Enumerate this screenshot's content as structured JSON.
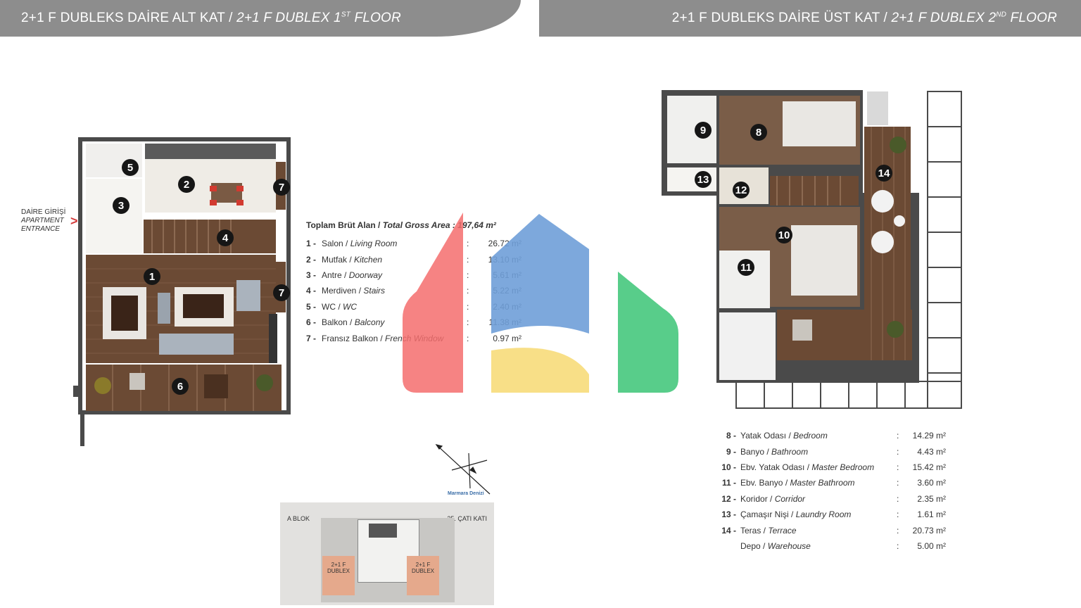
{
  "header": {
    "left_title": "2+1 F DUBLEKS DAİRE ALT KAT /",
    "left_title_en": "2+1 F DUBLEX 1",
    "left_sup": "ST",
    "left_floor": "FLOOR",
    "right_title": "2+1 F DUBLEKS DAİRE ÜST KAT /",
    "right_title_en": "2+1 F DUBLEX 2",
    "right_sup": "ND",
    "right_floor": "FLOOR"
  },
  "entrance": {
    "line1": "DAİRE GİRİŞİ",
    "line2": "APARTMENT",
    "line3": "ENTRANCE"
  },
  "lower_floor": {
    "markers": [
      "1",
      "2",
      "3",
      "4",
      "5",
      "6",
      "7",
      "7"
    ],
    "total_label_tr": "Toplam Brüt Alan /",
    "total_label_en": "Total Gross Area :",
    "total_value": "197,64 m²",
    "rooms": [
      {
        "n": "1 -",
        "tr": "Salon /",
        "en": "Living Room",
        "val": "26.72 m²"
      },
      {
        "n": "2 -",
        "tr": "Mutfak /",
        "en": "Kitchen",
        "val": "13.10 m²"
      },
      {
        "n": "3 -",
        "tr": "Antre /",
        "en": "Doorway",
        "val": "5.61 m²"
      },
      {
        "n": "4 -",
        "tr": "Merdiven /",
        "en": "Stairs",
        "val": "5.22 m²"
      },
      {
        "n": "5 -",
        "tr": "WC /",
        "en": "WC",
        "val": "2.40 m²"
      },
      {
        "n": "6 -",
        "tr": "Balkon /",
        "en": "Balcony",
        "val": "11.38 m²"
      },
      {
        "n": "7 -",
        "tr": "Fransız Balkon /",
        "en": "French Window",
        "val": "0.97 m²"
      }
    ]
  },
  "upper_floor": {
    "markers": [
      "8",
      "9",
      "10",
      "11",
      "12",
      "13",
      "14"
    ],
    "rooms": [
      {
        "n": "8 -",
        "tr": "Yatak Odası /",
        "en": "Bedroom",
        "val": "14.29 m²"
      },
      {
        "n": "9 -",
        "tr": "Banyo /",
        "en": "Bathroom",
        "val": "4.43 m²"
      },
      {
        "n": "10 -",
        "tr": "Ebv. Yatak Odası /",
        "en": "Master Bedroom",
        "val": "15.42 m²"
      },
      {
        "n": "11 -",
        "tr": "Ebv. Banyo /",
        "en": "Master Bathroom",
        "val": "3.60 m²"
      },
      {
        "n": "12 -",
        "tr": "Koridor /",
        "en": "Corridor",
        "val": "2.35 m²"
      },
      {
        "n": "13 -",
        "tr": "Çamaşır Nişi /",
        "en": "Laundry Room",
        "val": "1.61 m²"
      },
      {
        "n": "14 -",
        "tr": "Teras /",
        "en": "Terrace",
        "val": "20.73 m²"
      },
      {
        "n": "",
        "tr": "Depo /",
        "en": "Warehouse",
        "val": "5.00 m²"
      }
    ]
  },
  "keyplan": {
    "block": "A BLOK",
    "floor": "25. ÇATI KATI",
    "unit_left": "2+1 F DUBLEX",
    "unit_right": "2+1 F DUBLEX",
    "compass_label": "Marmara Denizi"
  },
  "colors": {
    "banner": "#8d8d8d",
    "wood": "#6b4a34",
    "logo_red": "#f46d6d",
    "logo_blue": "#6f9fd8",
    "logo_yellow": "#f7dc7a",
    "logo_green": "#4fca84"
  }
}
